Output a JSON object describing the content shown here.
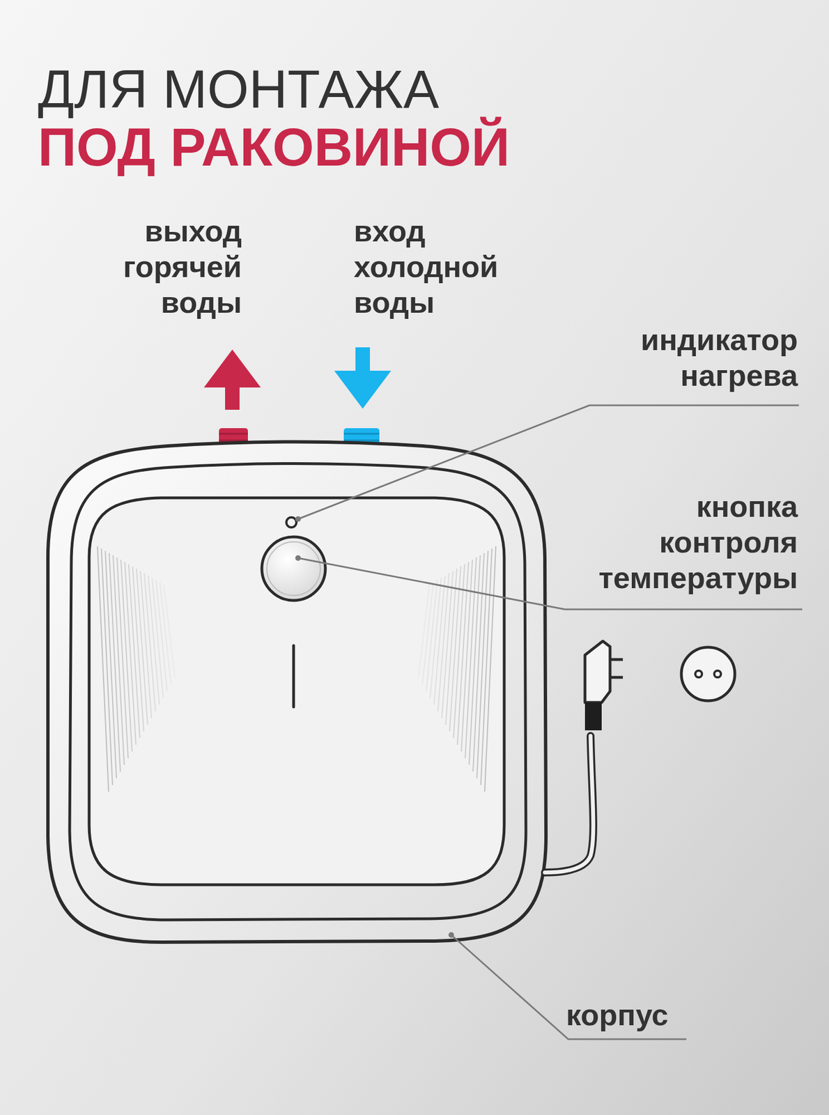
{
  "diagram": {
    "title": "ДЛЯ МОНТАЖА",
    "labels": [
      "ПОД РАКОВИНОЙ",
      "выход горячей воды",
      "вход холодной воды",
      "индикатор нагрева",
      "кнопка контроля температуры",
      "корпус"
    ]
  }
}
